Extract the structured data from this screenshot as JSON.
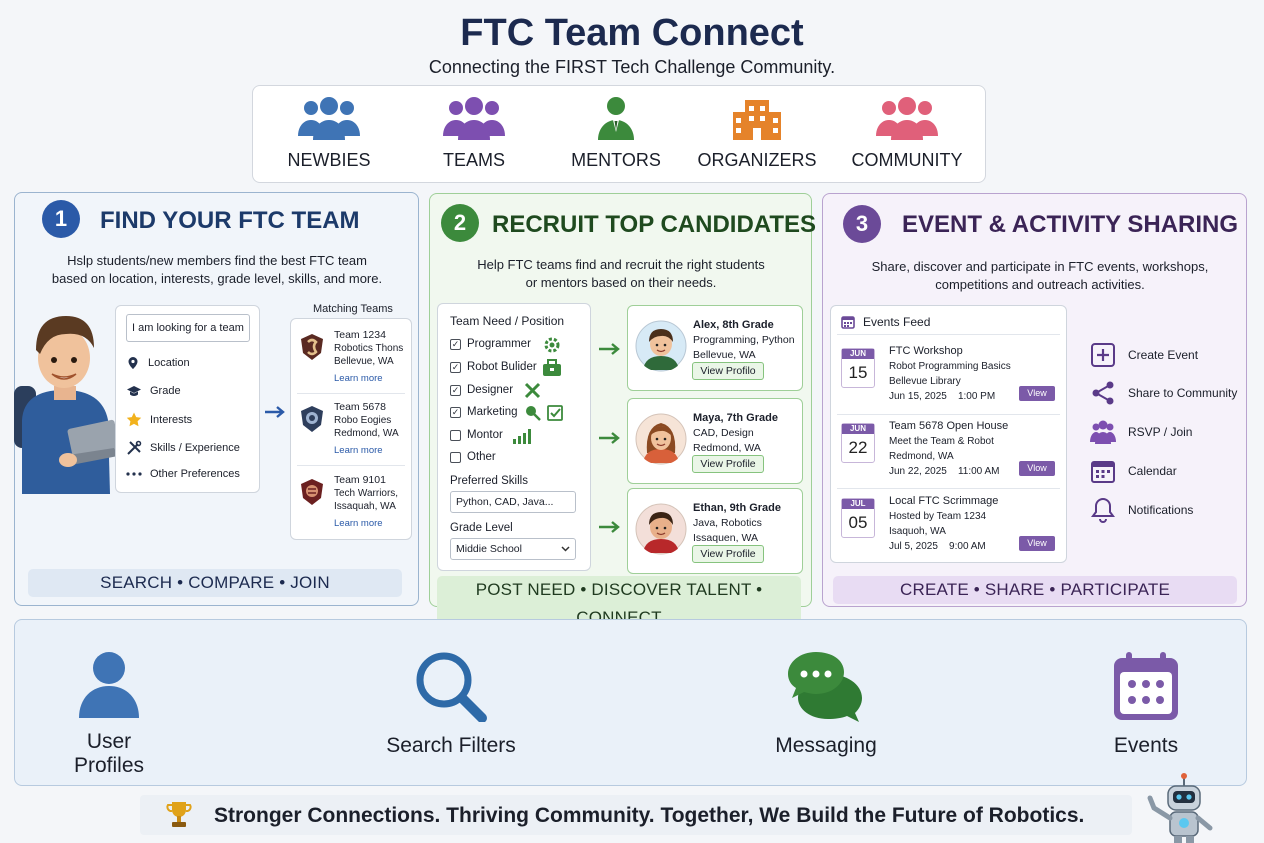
{
  "header": {
    "title": "FTC Team Connect",
    "subtitle": "Connecting the FIRST Tech Challenge Community."
  },
  "audiences": [
    {
      "label": "NEWBIES",
      "icon": "people-group-icon",
      "color": "#3f74b5"
    },
    {
      "label": "TEAMS",
      "icon": "people-group-icon",
      "color": "#7d4fb0"
    },
    {
      "label": "MENTORS",
      "icon": "mentor-icon",
      "color": "#3c8a3c"
    },
    {
      "label": "ORGANIZERS",
      "icon": "building-icon",
      "color": "#e5832a"
    },
    {
      "label": "COMMUNITY",
      "icon": "people-group-icon",
      "color": "#e0607a"
    }
  ],
  "find": {
    "number": "1",
    "heading": "FIND YOUR FTC TEAM",
    "desc1": "Hslp students/new members find the best FTC team",
    "desc2": "based on location, interests, grade level, skills, and more.",
    "search_text": "I am looking for a team",
    "options": [
      "Location",
      "Grade",
      "Interests",
      "Skills / Experience",
      "Other Preferences"
    ],
    "matching_title": "Matching Teams",
    "teams": [
      {
        "name": "Team 1234",
        "line1": "Robotics Thons",
        "line2": "Bellevue, WA",
        "link": "Learn more"
      },
      {
        "name": "Team 5678",
        "line1": "Robo Eogies",
        "line2": "Redmond, WA",
        "link": "Learn more"
      },
      {
        "name": "Team 9101",
        "line1": "Tech Warriors,",
        "line2": "Issaquah, WA",
        "link": "Learn more"
      }
    ],
    "footer": "SEARCH • COMPARE • JOIN"
  },
  "recruit": {
    "number": "2",
    "heading": "RECRUIT TOP CANDIDATES",
    "desc1": "Help FTC teams find and recruit the right students",
    "desc2": "or mentors based on their needs.",
    "need_title": "Team Need / Position",
    "needs": [
      {
        "label": "Programmer",
        "checked": "✓"
      },
      {
        "label": "Robot Bulider",
        "checked": "✓"
      },
      {
        "label": "Designer",
        "checked": "✓"
      },
      {
        "label": "Marketing",
        "checked": "✓"
      },
      {
        "label": "Montor",
        "checked": ""
      },
      {
        "label": "Other",
        "checked": ""
      }
    ],
    "skills_label": "Preferred Skills",
    "skills_value": "Python, CAD, Java...",
    "grade_label": "Grade Level",
    "grade_value": "Middie School",
    "candidates": [
      {
        "name": "Alex, 8th Grade",
        "line1": "Programming, Python",
        "line2": "Bellevue, WA",
        "button": "View Profilo"
      },
      {
        "name": "Maya, 7th Grade",
        "line1": "CAD, Design",
        "line2": "Redmond, WA",
        "button": "View Profile"
      },
      {
        "name": "Ethan, 9th Grade",
        "line1": "Java, Robotics",
        "line2": "Issaquen, WA",
        "button": "View Profile"
      }
    ],
    "footer": "POST NEED • DISCOVER TALENT • CONNECT"
  },
  "events": {
    "number": "3",
    "heading": "EVENT & ACTIVITY SHARING",
    "desc1": "Share, discover and participate in FTC events, workshops,",
    "desc2": "competitions and outreach activities.",
    "feed_title": "Events Feed",
    "items": [
      {
        "month": "JUN",
        "day": "15",
        "name": "FTC Workshop",
        "line1": "Robot Programming Basics",
        "line2": "Bellevue Library",
        "when": "Jun 15, 2025    1:00 PM",
        "button": "Vlew"
      },
      {
        "month": "JUN",
        "day": "22",
        "name": "Team 5678 Open House",
        "line1": "Meet the Team & Robot",
        "line2": "Redmond, WA",
        "when": "Jun 22, 2025    11:00 AM",
        "button": "Vlow"
      },
      {
        "month": "JUL",
        "day": "05",
        "name": "Local FTC Scrimmage",
        "line1": "Hosted by Team 1234",
        "line2": "Isaquoh, WA",
        "when": "Jul 5, 2025    9:00 AM",
        "button": "Vlew"
      }
    ],
    "actions": [
      "Create Event",
      "Share to Community",
      "RSVP / Join",
      "Calendar",
      "Notifications"
    ],
    "footer": "CREATE • SHARE • PARTICIPATE"
  },
  "features": [
    {
      "label": "User Profiles",
      "icon": "user-icon"
    },
    {
      "label": "Search Filters",
      "icon": "magnifier-icon"
    },
    {
      "label": "Messaging",
      "icon": "chat-bubbles-icon"
    },
    {
      "label": "Events",
      "icon": "calendar-icon"
    }
  ],
  "slogan": "Stronger Connections. Thriving Community. Together, We Build the Future of Robotics.",
  "colors": {
    "navy": "#1c2a4f",
    "blue": "#2b5aa8",
    "green": "#3c8a3c",
    "purple": "#6b4a98"
  }
}
